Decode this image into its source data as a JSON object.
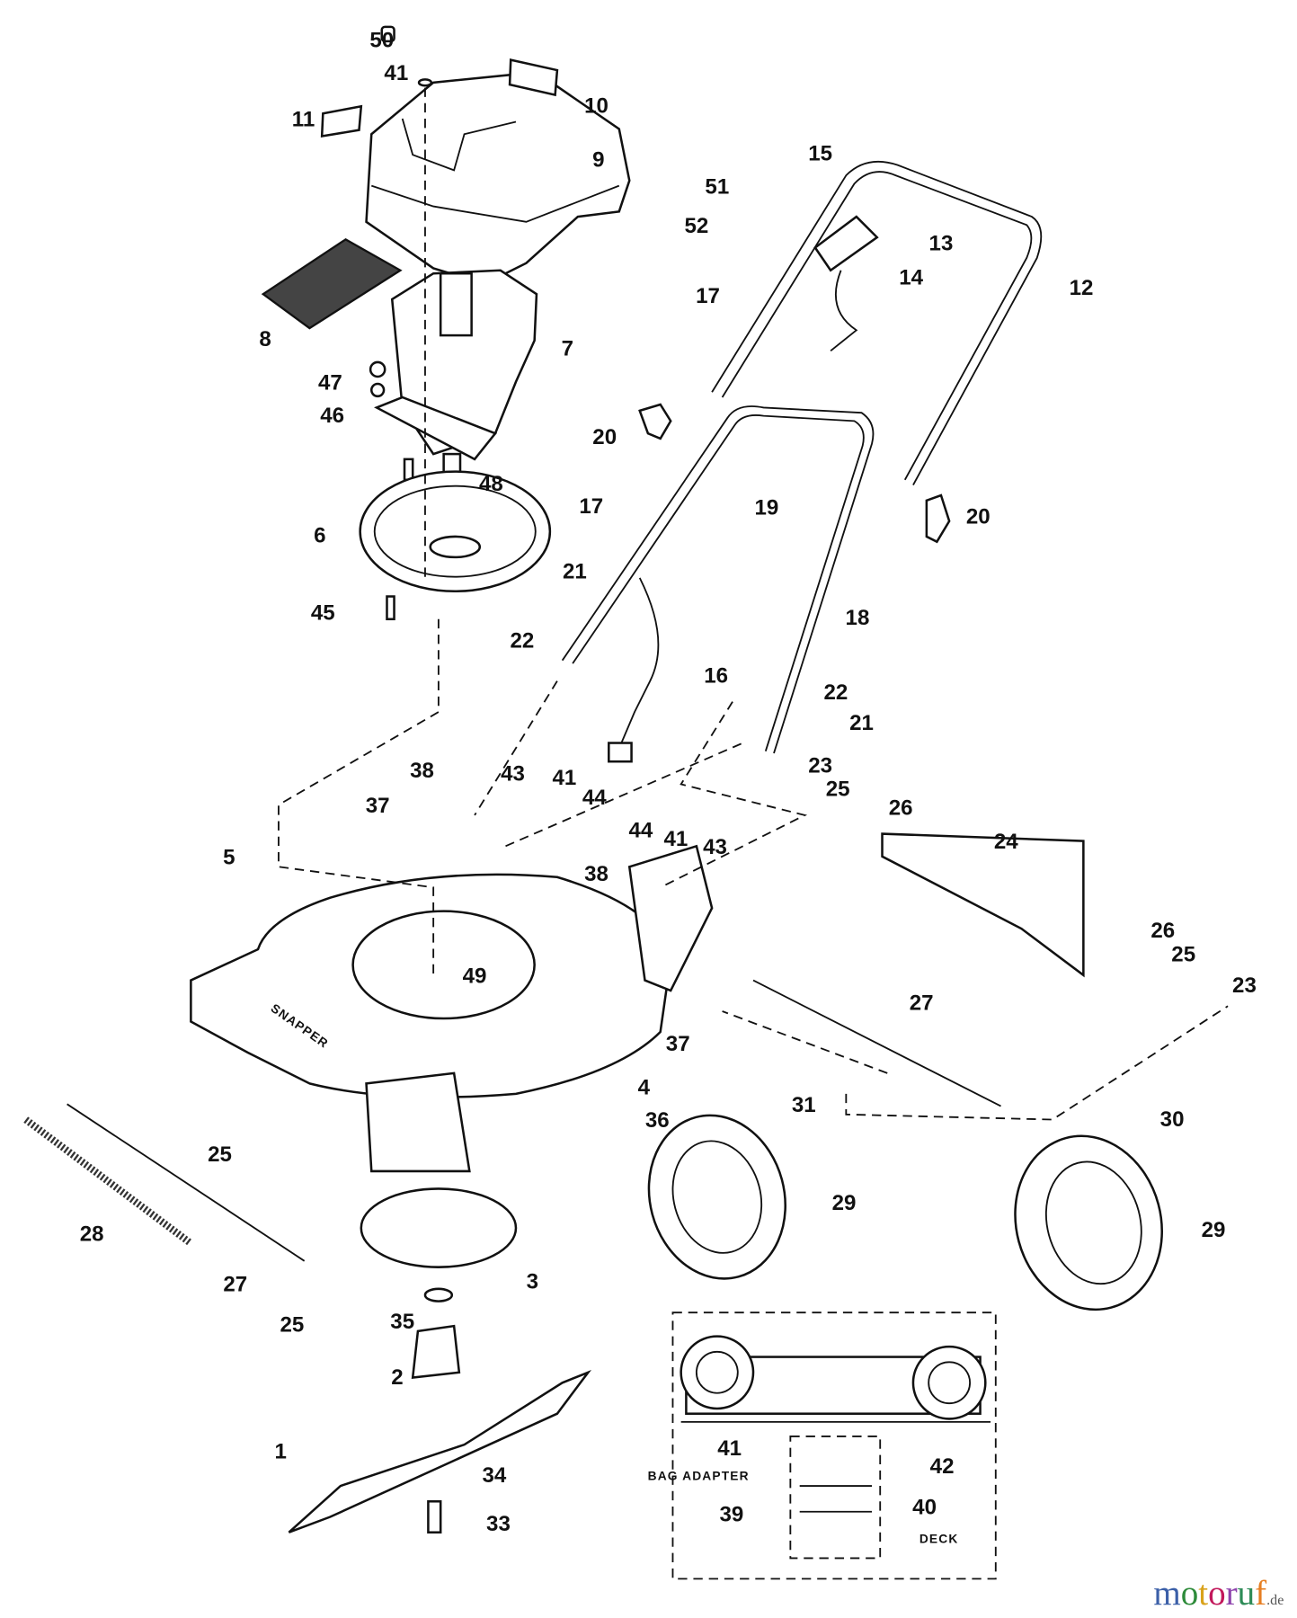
{
  "diagram": {
    "deck_brand": "SNAPPER",
    "callouts": [
      "50",
      "41",
      "11",
      "10",
      "9",
      "8",
      "7",
      "47",
      "46",
      "48",
      "6",
      "45",
      "15",
      "51",
      "52",
      "13",
      "14",
      "12",
      "17",
      "20",
      "19",
      "20",
      "17",
      "21",
      "22",
      "18",
      "16",
      "22",
      "21",
      "23",
      "25",
      "26",
      "24",
      "38",
      "43",
      "41",
      "44",
      "37",
      "5",
      "44",
      "41",
      "43",
      "38",
      "26",
      "25",
      "23",
      "49",
      "27",
      "37",
      "4",
      "31",
      "36",
      "30",
      "25",
      "29",
      "29",
      "28",
      "27",
      "3",
      "25",
      "35",
      "2",
      "1",
      "34",
      "33",
      "41",
      "42",
      "BAG ADAPTER",
      "40",
      "39",
      "DECK"
    ],
    "watermark": {
      "main": "motoruf",
      "suffix": ".de",
      "colors": [
        "#3b5fa8",
        "#2e8b3a",
        "#d9a21b",
        "#c2185b",
        "#8e44ad",
        "#2e8b57",
        "#e67e22"
      ]
    }
  }
}
